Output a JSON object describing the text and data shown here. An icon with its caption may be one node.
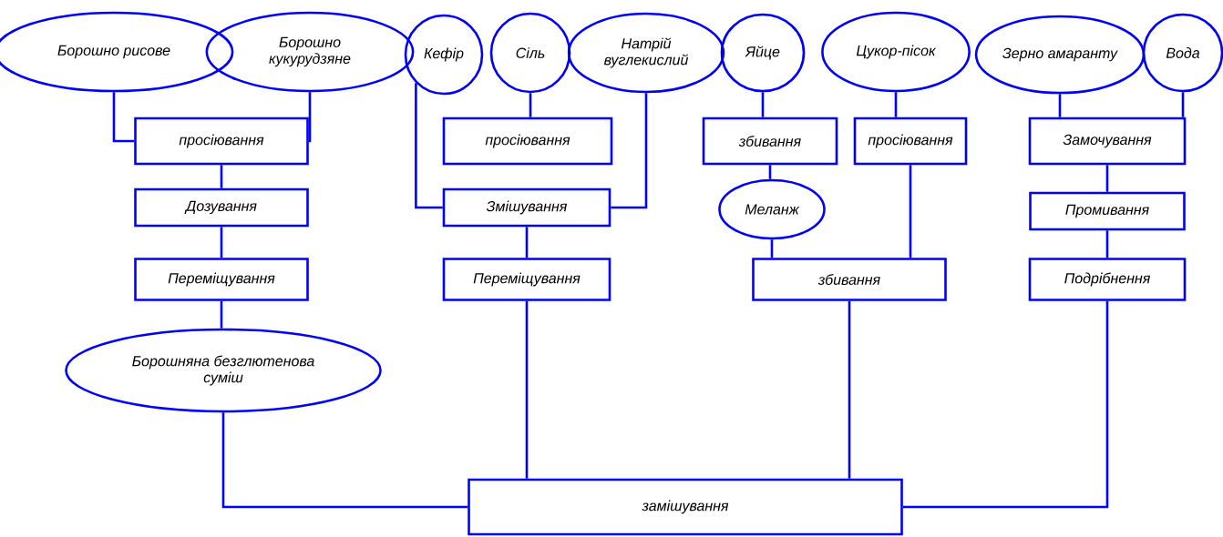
{
  "diagram": {
    "nodes": [
      {
        "text": [
          "Борошно рисове"
        ]
      },
      {
        "text": [
          "Борошно кукурудзяне"
        ]
      },
      {
        "text": [
          "Кефір"
        ]
      },
      {
        "text": [
          "Сіль"
        ]
      },
      {
        "text": [
          "Натрій вуглекислий"
        ]
      },
      {
        "text": [
          "Яйце"
        ]
      },
      {
        "text": [
          "Цукор-пісок"
        ]
      },
      {
        "text": [
          "Зерно амаранту"
        ]
      },
      {
        "text": [
          "Вода"
        ]
      },
      {
        "text": [
          "просіювання"
        ]
      },
      {
        "text": [
          "просіювання"
        ]
      },
      {
        "text": [
          "збивання"
        ]
      },
      {
        "text": [
          "просіювання"
        ]
      },
      {
        "text": [
          "Замочування"
        ]
      },
      {
        "text": [
          "Дозування"
        ]
      },
      {
        "text": [
          "Змішування"
        ]
      },
      {
        "text": [
          "Меланж"
        ]
      },
      {
        "text": [
          "Промивання"
        ]
      },
      {
        "text": [
          "Переміщування"
        ]
      },
      {
        "text": [
          "Переміщування"
        ]
      },
      {
        "text": [
          "збивання"
        ]
      },
      {
        "text": [
          "Подрібнення"
        ]
      },
      {
        "text": [
          "Борошняна безглютенова суміш"
        ]
      },
      {
        "text": [
          "замішування"
        ]
      }
    ],
    "edges": [
      {
        "from": 0,
        "to": 9,
        "arrow": "none"
      },
      {
        "from": 1,
        "to": 9,
        "arrow": "none"
      },
      {
        "from": 9,
        "to": 14,
        "arrow": "none"
      },
      {
        "from": 14,
        "to": 18,
        "arrow": "none"
      },
      {
        "from": 18,
        "to": 22,
        "arrow": "none"
      },
      {
        "from": 22,
        "to": 23,
        "arrow": "none"
      },
      {
        "from": 3,
        "to": 10,
        "arrow": "none"
      },
      {
        "from": 2,
        "to": 15,
        "arrow": "none"
      },
      {
        "from": 4,
        "to": 15,
        "arrow": "none"
      },
      {
        "from": 15,
        "to": 19,
        "arrow": "none"
      },
      {
        "from": 19,
        "to": 23,
        "arrow": "none"
      },
      {
        "from": 5,
        "to": 11,
        "arrow": "none"
      },
      {
        "from": 11,
        "to": 16,
        "arrow": "none"
      },
      {
        "from": 16,
        "to": 20,
        "arrow": "none"
      },
      {
        "from": 6,
        "to": 12,
        "arrow": "none"
      },
      {
        "from": 12,
        "to": 20,
        "arrow": "none"
      },
      {
        "from": 20,
        "to": 23,
        "arrow": "none"
      },
      {
        "from": 7,
        "to": 13,
        "arrow": "none"
      },
      {
        "from": 8,
        "to": 13,
        "arrow": "none"
      },
      {
        "from": 13,
        "to": 17,
        "arrow": "none"
      },
      {
        "from": 17,
        "to": 21,
        "arrow": "none"
      },
      {
        "from": 21,
        "to": 23,
        "arrow": "none"
      }
    ]
  }
}
